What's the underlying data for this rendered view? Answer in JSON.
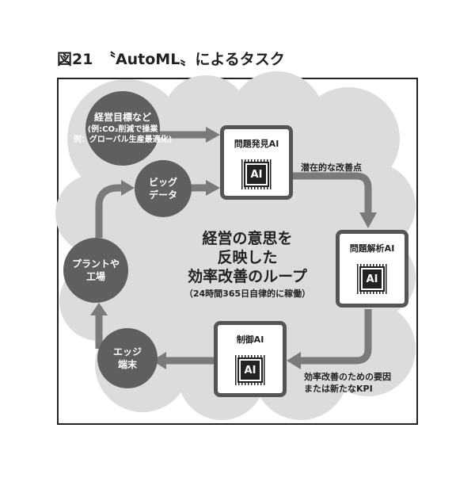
{
  "title": "図21　〝AutoML〟によるタスク",
  "nodes": {
    "goals": {
      "line1": "経営目標など",
      "line2": "(例:CO₂削減で操業",
      "line3": "例：グローバル生産最適化)"
    },
    "bigdata": {
      "line1": "ビッグ",
      "line2": "データ"
    },
    "plant": {
      "line1": "プラントや",
      "line2": "工場"
    },
    "edge": {
      "line1": "エッジ",
      "line2": "端末"
    }
  },
  "ai_boxes": {
    "discovery": {
      "label": "問題発見AI",
      "chip": "AI"
    },
    "analysis": {
      "label": "問題解析AI",
      "chip": "AI"
    },
    "control": {
      "label": "制御AI",
      "chip": "AI"
    }
  },
  "notes": {
    "latent": "潜在的な改善点",
    "factors_line1": "効率改善のための要因",
    "factors_line2": "または新たなKPI"
  },
  "center": {
    "line1": "経営の意思を",
    "line2": "反映した",
    "line3": "効率改善のループ",
    "sub": "（24時間365日自律的に稼働）"
  },
  "colors": {
    "cloud": "#dcdcdc",
    "circle": "#5f5f5f",
    "arrow": "#7a7a7a"
  }
}
